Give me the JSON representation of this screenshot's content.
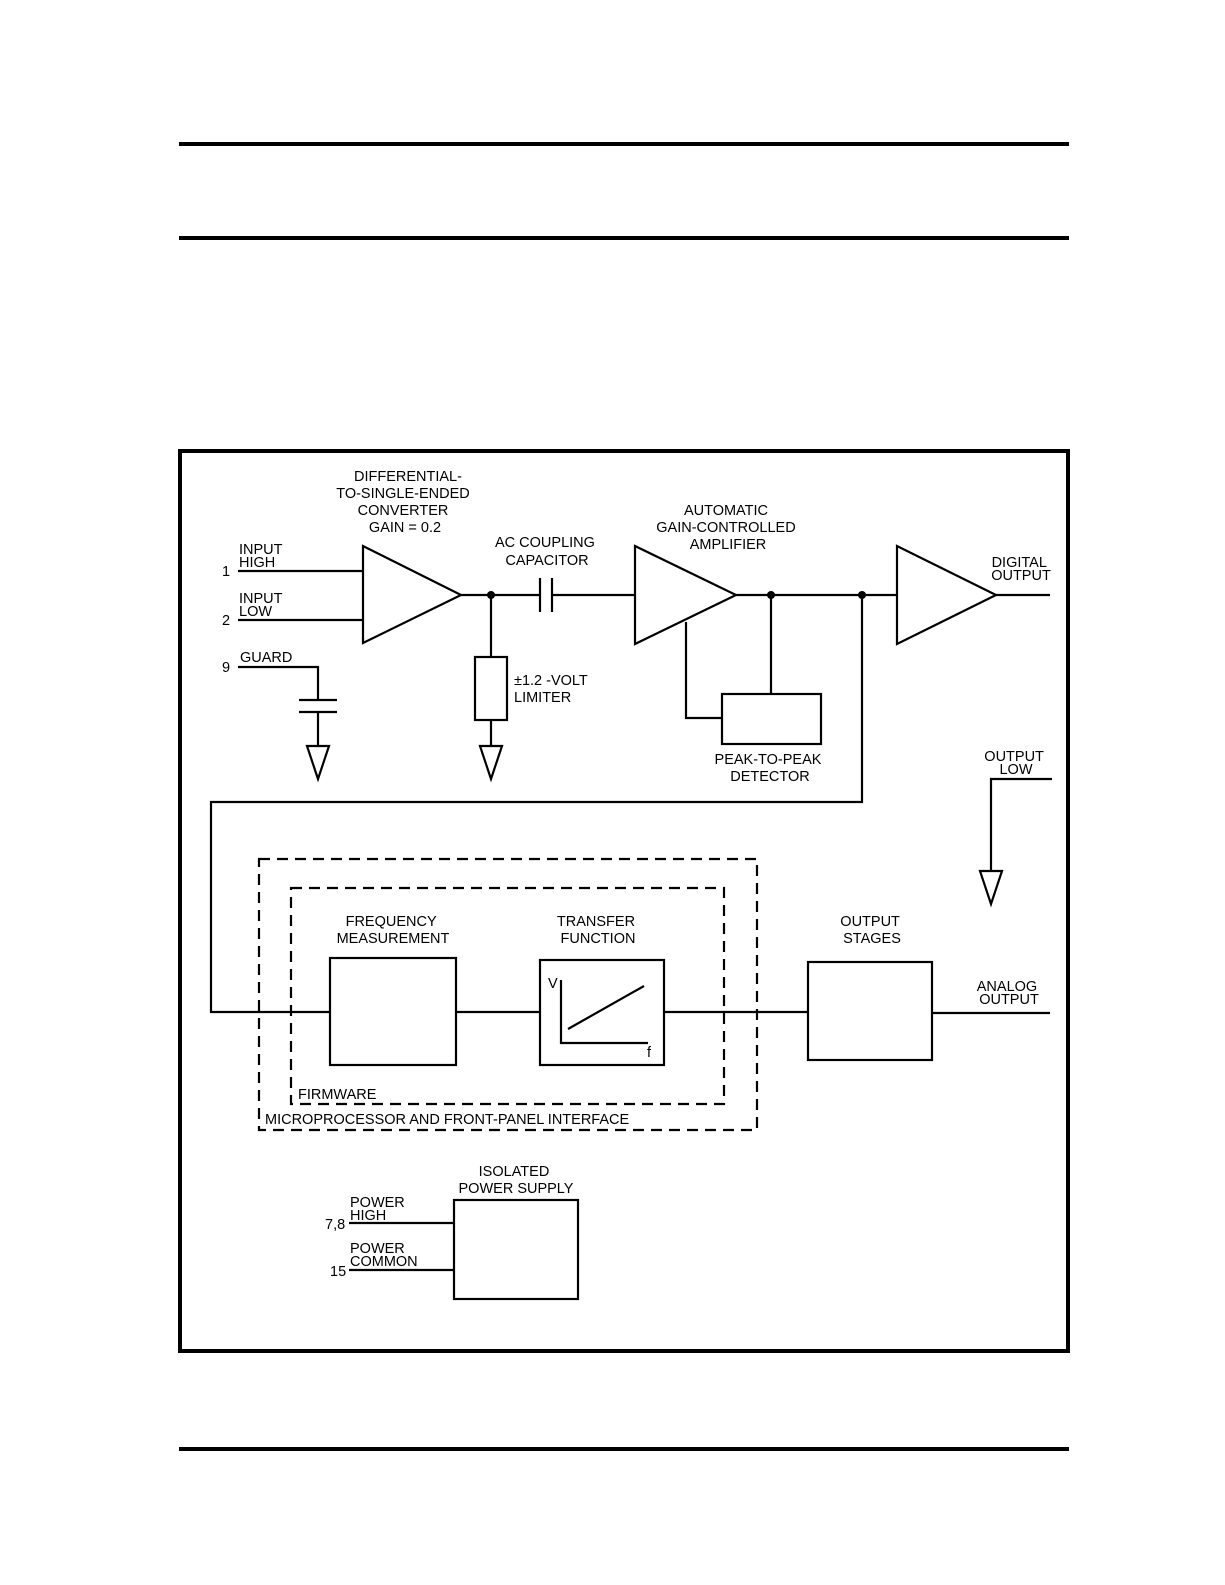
{
  "labels": {
    "converter": [
      "DIFFERENTIAL-",
      "TO-SINGLE-ENDED",
      "CONVERTER",
      "GAIN = 0.2"
    ],
    "ac_coupling": [
      "AC COUPLING",
      "CAPACITOR"
    ],
    "agc": [
      "AUTOMATIC",
      "GAIN-CONTROLLED",
      "AMPLIFIER"
    ],
    "digital_output": [
      "DIGITAL",
      "OUTPUT"
    ],
    "input_high": [
      "INPUT",
      "HIGH"
    ],
    "input_low": [
      "INPUT",
      "LOW"
    ],
    "guard": "GUARD",
    "limiter": [
      "±1.2 -VOLT",
      "LIMITER"
    ],
    "peak_detector": [
      "PEAK-TO-PEAK",
      "DETECTOR"
    ],
    "output_low": [
      "OUTPUT",
      "LOW"
    ],
    "frequency_measurement": [
      "FREQUENCY",
      "MEASUREMENT"
    ],
    "transfer_function": [
      "TRANSFER",
      "FUNCTION"
    ],
    "output_stages": [
      "OUTPUT",
      "STAGES"
    ],
    "analog_output": [
      "ANALOG",
      "OUTPUT"
    ],
    "graph_v": "V",
    "graph_f": "f",
    "firmware": "FIRMWARE",
    "microprocessor": "MICROPROCESSOR AND FRONT-PANEL INTERFACE",
    "power_supply": [
      "ISOLATED",
      "POWER SUPPLY"
    ],
    "power_high": [
      "POWER",
      "HIGH"
    ],
    "power_common": [
      "POWER",
      "COMMON"
    ]
  },
  "pins": {
    "input_high": "1",
    "input_low": "2",
    "guard": "9",
    "power_high": "7,8",
    "power_common": "15"
  }
}
